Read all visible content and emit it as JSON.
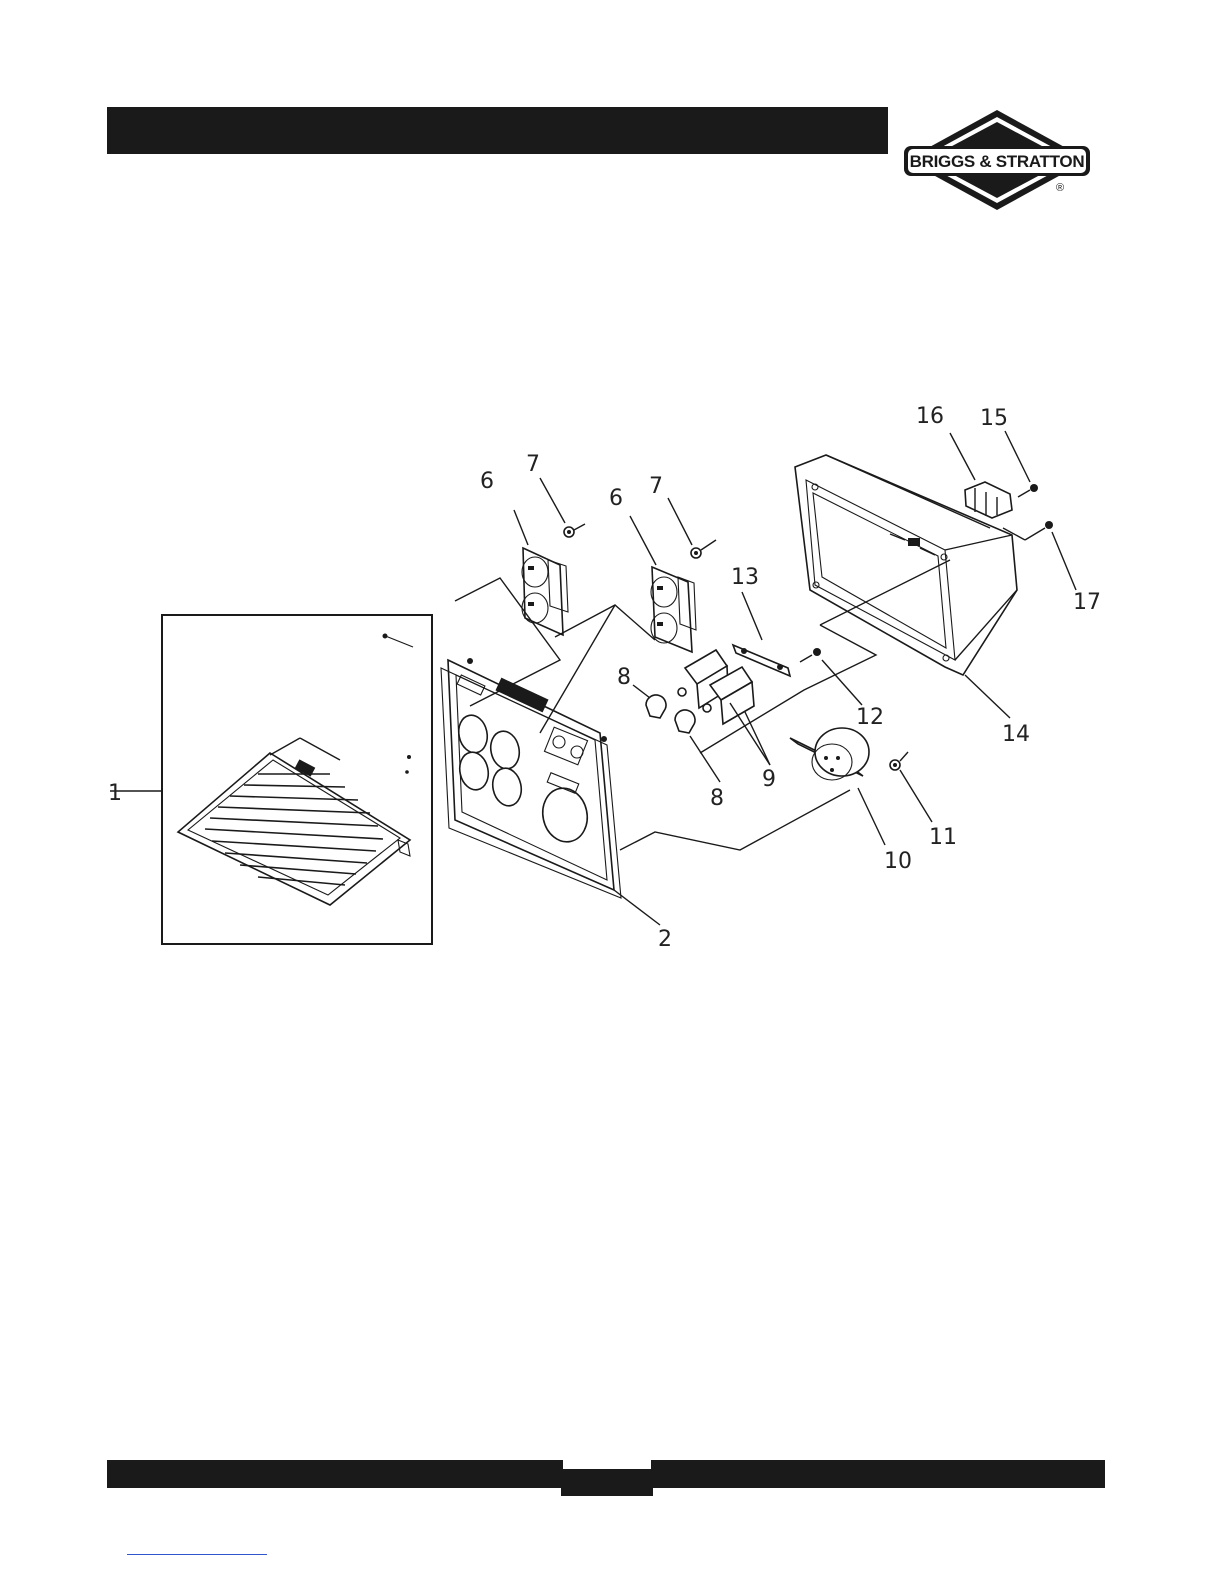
{
  "header": {
    "brand_logo_text": "BRIGGS & STRATTON",
    "registered_mark": "®"
  },
  "diagram": {
    "callouts": {
      "c1": "1",
      "c2": "2",
      "c6a": "6",
      "c7a": "7",
      "c6b": "6",
      "c7b": "7",
      "c8a": "8",
      "c8b": "8",
      "c9": "9",
      "c10": "10",
      "c11": "11",
      "c12": "12",
      "c13": "13",
      "c14": "14",
      "c15": "15",
      "c16": "16",
      "c17": "17"
    }
  },
  "colors": {
    "ink": "#1a1a1a",
    "background": "#ffffff",
    "footer_link": "#3355cc"
  }
}
